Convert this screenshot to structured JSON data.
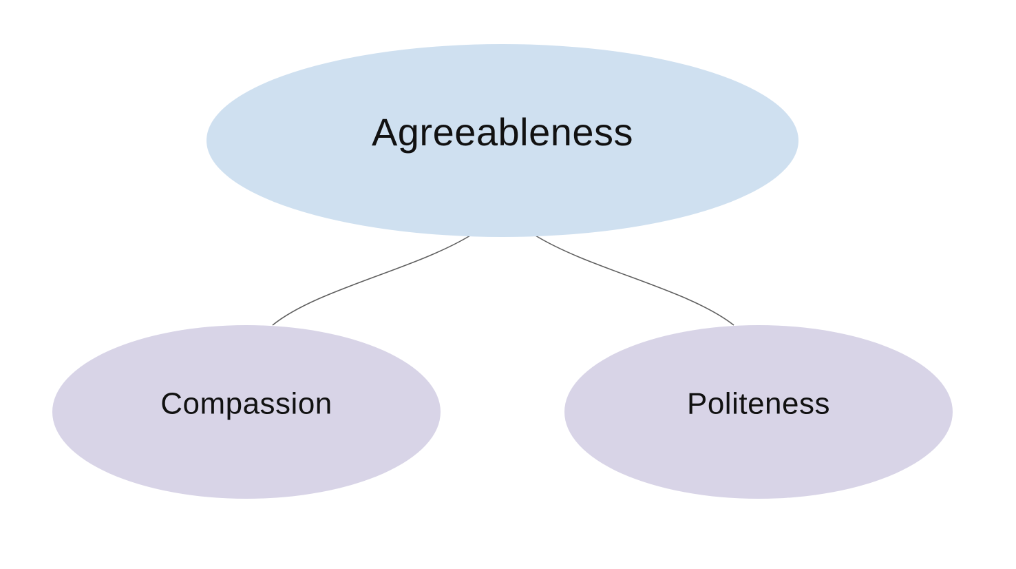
{
  "diagram": {
    "root": {
      "label": "Agreeableness",
      "color": "#cfe0f0"
    },
    "children": [
      {
        "label": "Compassion",
        "color": "#d8d4e7"
      },
      {
        "label": "Politeness",
        "color": "#d8d4e7"
      }
    ],
    "connector_color": "#5f5f5f"
  }
}
